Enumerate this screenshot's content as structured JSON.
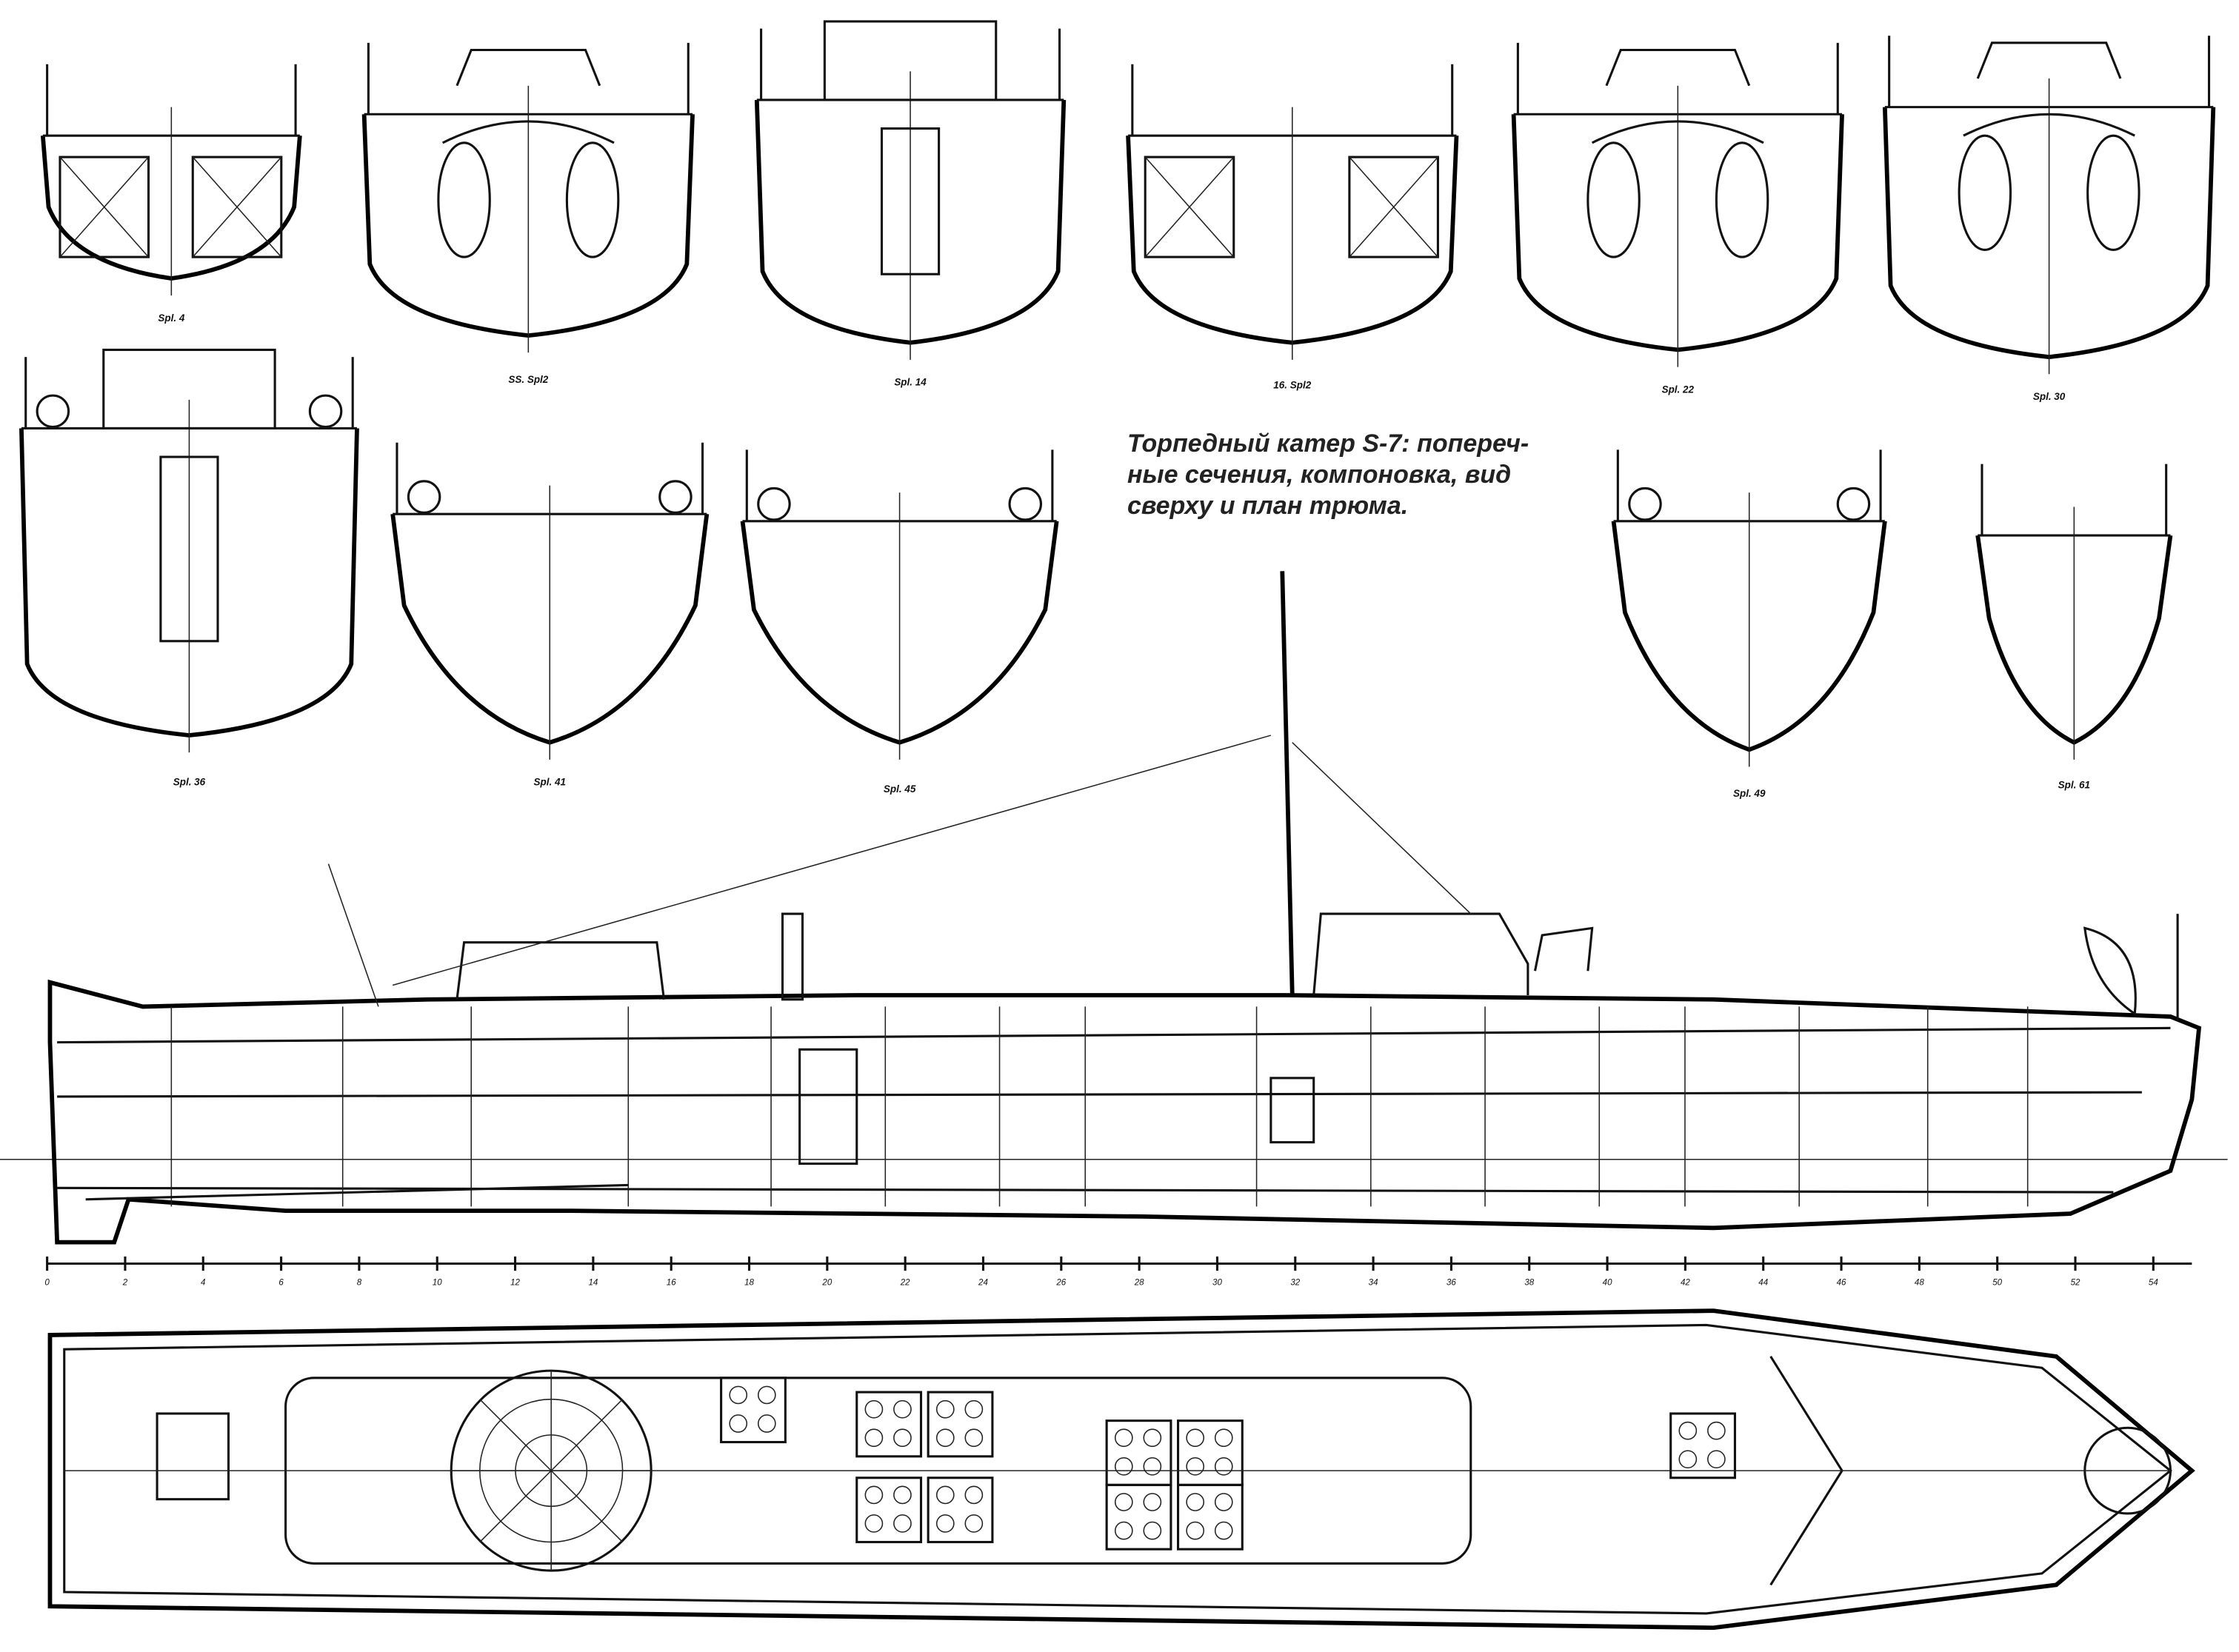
{
  "caption": "Торпедный катер S-7: попереч-ные сечения, компоновка, вид сверху и план трюма.",
  "caption_lines": [
    "Торпедный катер S-7: попереч-",
    "ные сечения, компоновка, вид",
    "сверху и план трюма."
  ],
  "sections": [
    {
      "label": "Spl. 4",
      "kind": "stern-box"
    },
    {
      "label": "SS. Spl2",
      "kind": "engine"
    },
    {
      "label": "Spl. 14",
      "kind": "deckhouse"
    },
    {
      "label": "16. Spl2",
      "kind": "box"
    },
    {
      "label": "Spl. 22",
      "kind": "engine"
    },
    {
      "label": "Spl. 30",
      "kind": "engine-twin"
    },
    {
      "label": "Spl. 36",
      "kind": "bridge"
    },
    {
      "label": "Spl. 41",
      "kind": "vee"
    },
    {
      "label": "Spl. 45",
      "kind": "vee"
    },
    {
      "label": "Spl. 49",
      "kind": "deep-vee"
    },
    {
      "label": "Spl. 61",
      "kind": "bow"
    }
  ],
  "frame_scale": [
    "0",
    "2",
    "4",
    "6",
    "8",
    "10",
    "12",
    "14",
    "16",
    "18",
    "20",
    "22",
    "24",
    "26",
    "28",
    "30",
    "32",
    "34",
    "36",
    "38",
    "40",
    "42",
    "44",
    "46",
    "48",
    "50",
    "52",
    "54"
  ],
  "views": {
    "profile": "side-profile",
    "plan": "top-plan"
  }
}
